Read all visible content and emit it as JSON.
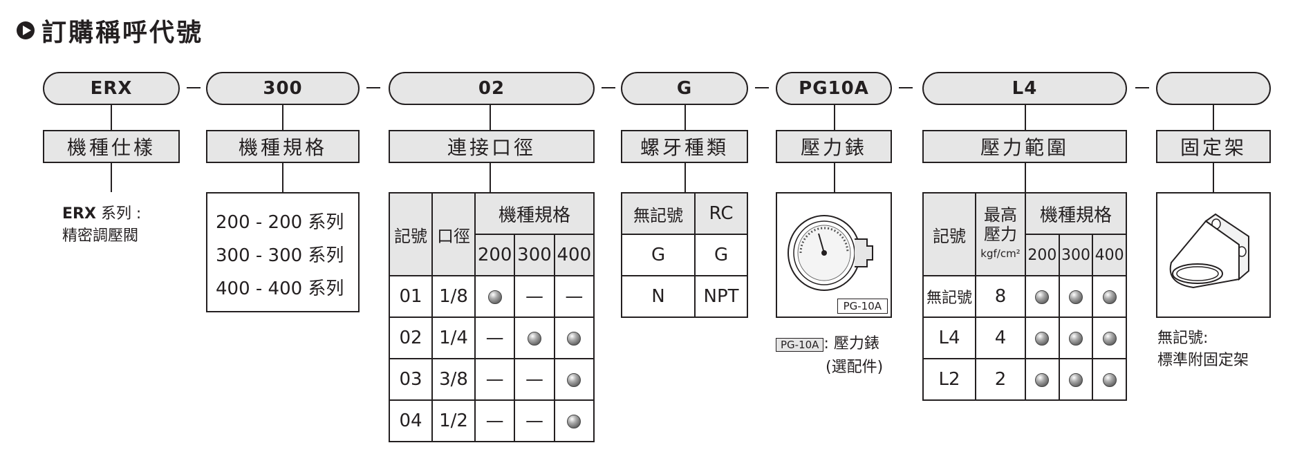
{
  "title": "訂購稱呼代號",
  "codes": [
    "ERX",
    "300",
    "02",
    "G",
    "PG10A",
    "L4",
    ""
  ],
  "labels": [
    "機種仕樣",
    "機種規格",
    "連接口徑",
    "螺牙種類",
    "壓力錶",
    "壓力範圍",
    "固定架"
  ],
  "series_note": {
    "bold": "ERX",
    "line1": "系列 :",
    "line2": "精密調壓閥"
  },
  "spec_list": [
    "200 - 200 系列",
    "300 - 300 系列",
    "400 - 400 系列"
  ],
  "port_table": {
    "h_code": "記號",
    "h_size": "口徑",
    "h_group": "機種規格",
    "models": [
      "200",
      "300",
      "400"
    ],
    "rows": [
      {
        "code": "01",
        "size": "1/8",
        "avail": [
          "ball",
          "—",
          "—"
        ]
      },
      {
        "code": "02",
        "size": "1/4",
        "avail": [
          "—",
          "ball",
          "ball"
        ]
      },
      {
        "code": "03",
        "size": "3/8",
        "avail": [
          "—",
          "—",
          "ball"
        ]
      },
      {
        "code": "04",
        "size": "1/2",
        "avail": [
          "—",
          "—",
          "ball"
        ]
      }
    ]
  },
  "thread_table": {
    "header": [
      "無記號",
      "RC"
    ],
    "rows": [
      [
        "G",
        "G"
      ],
      [
        "N",
        "NPT"
      ]
    ]
  },
  "gauge": {
    "tag": "PG-10A",
    "note_tag": "PG-10A",
    "note_text": ": 壓力錶",
    "note_line2": "(選配件)"
  },
  "pressure_table": {
    "h_code": "記號",
    "h_max_1": "最高",
    "h_max_2": "壓力",
    "h_unit": "kgf/cm²",
    "h_group": "機種規格",
    "models": [
      "200",
      "300",
      "400"
    ],
    "rows": [
      {
        "code": "無記號",
        "pressure": "8"
      },
      {
        "code": "L4",
        "pressure": "4"
      },
      {
        "code": "L2",
        "pressure": "2"
      }
    ]
  },
  "bracket_note": {
    "line1": "無記號:",
    "line2": "標準附固定架"
  }
}
